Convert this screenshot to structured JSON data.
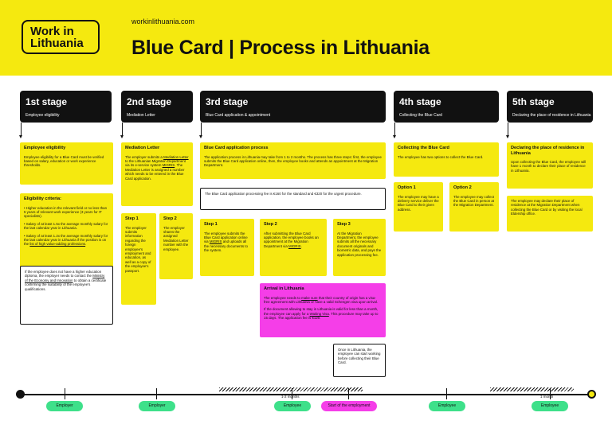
{
  "header": {
    "logo": "Work in Lithuania",
    "url": "workinlithuania.com",
    "title": "Blue Card | Process in Lithuania"
  },
  "stages": [
    {
      "title": "1st stage",
      "subtitle": "Employee eligibility"
    },
    {
      "title": "2nd stage",
      "subtitle": "Mediation Letter"
    },
    {
      "title": "3rd stage",
      "subtitle": "Blue Card application & appointment"
    },
    {
      "title": "4th stage",
      "subtitle": "Collecting the Blue Card"
    },
    {
      "title": "5th stage",
      "subtitle": "Declaring the place of residence in Lithuania"
    }
  ],
  "stage1": {
    "eligibility_title": "Employee eligibility",
    "eligibility_text": "Employee eligibility for a Blue Card must be verified based on salary, education or work experience thresholds.",
    "criteria_title": "Eligibility criteria:",
    "criteria_1": "• Higher education in the relevant field or no less than 5 years of relevant work experience (3 years for IT specialists).",
    "criteria_2": "• Salary of at least 1.5x the average monthly salary for the last calendar year in Lithuania.",
    "criteria_3a": "• Salary of at least 1.2x the average monthly salary for the last calendar year in Lithuania if the position is on the ",
    "criteria_3b": "list of high value-adding professions",
    "criteria_3c": ".",
    "note_a": "If the employee does not have a higher education diploma, the employer needs to contact the ",
    "note_b": "Ministry of the Economy and Innovation",
    "note_c": " to obtain a certificate confirming the suitability of the employee's qualifications."
  },
  "stage2": {
    "title": "Mediation Letter",
    "text_a": "The employer submits a ",
    "text_b": "Mediation Letter",
    "text_c": " to the Lithuanian Migration Department via its e-service system ",
    "text_d": "MIGRIS",
    "text_e": ". The Mediation Letter is assigned a number which needs to be entered in the Blue Card application.",
    "step1_title": "Step 1",
    "step1_text": "The employer submits information regarding the foreign employee's employment and education, as well as a copy of the employee's passport.",
    "step2_title": "Step 2",
    "step2_text": "The employer shares the assigned Mediation Letter number with the employee."
  },
  "stage3": {
    "title": "Blue Card application process",
    "text": "The application process in Lithuania may take from 1 to 2 months. The process has three steps: first, the employee submits the Blue Card application online, then, the employee books and attends an appointment at the Migration Department.",
    "fee_note": "The Blue Card application processing fee is €160 for the standard and €320 for the urgent procedure.",
    "step1_title": "Step 1",
    "step1_a": "The employee submits the Blue Card application online via ",
    "step1_b": "MIGRIS",
    "step1_c": " and uploads all the necessary documents to the system.",
    "step2_title": "Step 2",
    "step2_a": "After submitting the Blue Card application, the employee books an appointment at the Migration Department via ",
    "step2_b": "MIGRIS",
    "step2_c": ".",
    "step3_title": "Step 3",
    "step3_text": "At the Migration Department, the employee submits all the necessary document originals and biometric data, and pays the application processing fee.",
    "arrival_title": "Arrival in Lithuania",
    "arrival_1a": "The employee needs to ",
    "arrival_1b": "make sure",
    "arrival_1c": " that their country of origin has a visa-free agreement with Lithuania or have a valid Schengen visa upon arrival.",
    "arrival_2a": "If the document allowing to stay in Lithuania is valid for less than a month, the employee can apply for a ",
    "arrival_2b": "Waiting Visa",
    "arrival_2c": ". This procedure may take up to 15 days. The application fee is €120.",
    "once_note": "Once in Lithuania, the employee can start working before collecting their Blue Card."
  },
  "stage4": {
    "title": "Collecting the Blue Card",
    "text": "The employee has two options to collect the Blue Card.",
    "option1_title": "Option 1",
    "option1_text": "The employee may have a delivery service deliver the Blue Card to their given address.",
    "option2_title": "Option 2",
    "option2_text": "The employee may collect the Blue Card in person at the Migration Department."
  },
  "stage5": {
    "title": "Declaring the place of residence in Lithuania",
    "text": "Upon collecting the Blue Card, the employee will have 1 month to declare their place of residence in Lithuania.",
    "text2": "The employee may declare their place of residence at the Migration Department when collecting the Blue Card or by visiting the local Eldership office."
  },
  "timeline": {
    "pills": [
      "Employer",
      "Employer",
      "Employee",
      "Start of the employment",
      "Employee",
      "Employee"
    ],
    "duration_1": "1-2 months",
    "duration_2": "1 month"
  },
  "colors": {
    "yellow": "#f5e90f",
    "pink": "#f53ee8",
    "green": "#3ee08a",
    "black": "#111111"
  }
}
